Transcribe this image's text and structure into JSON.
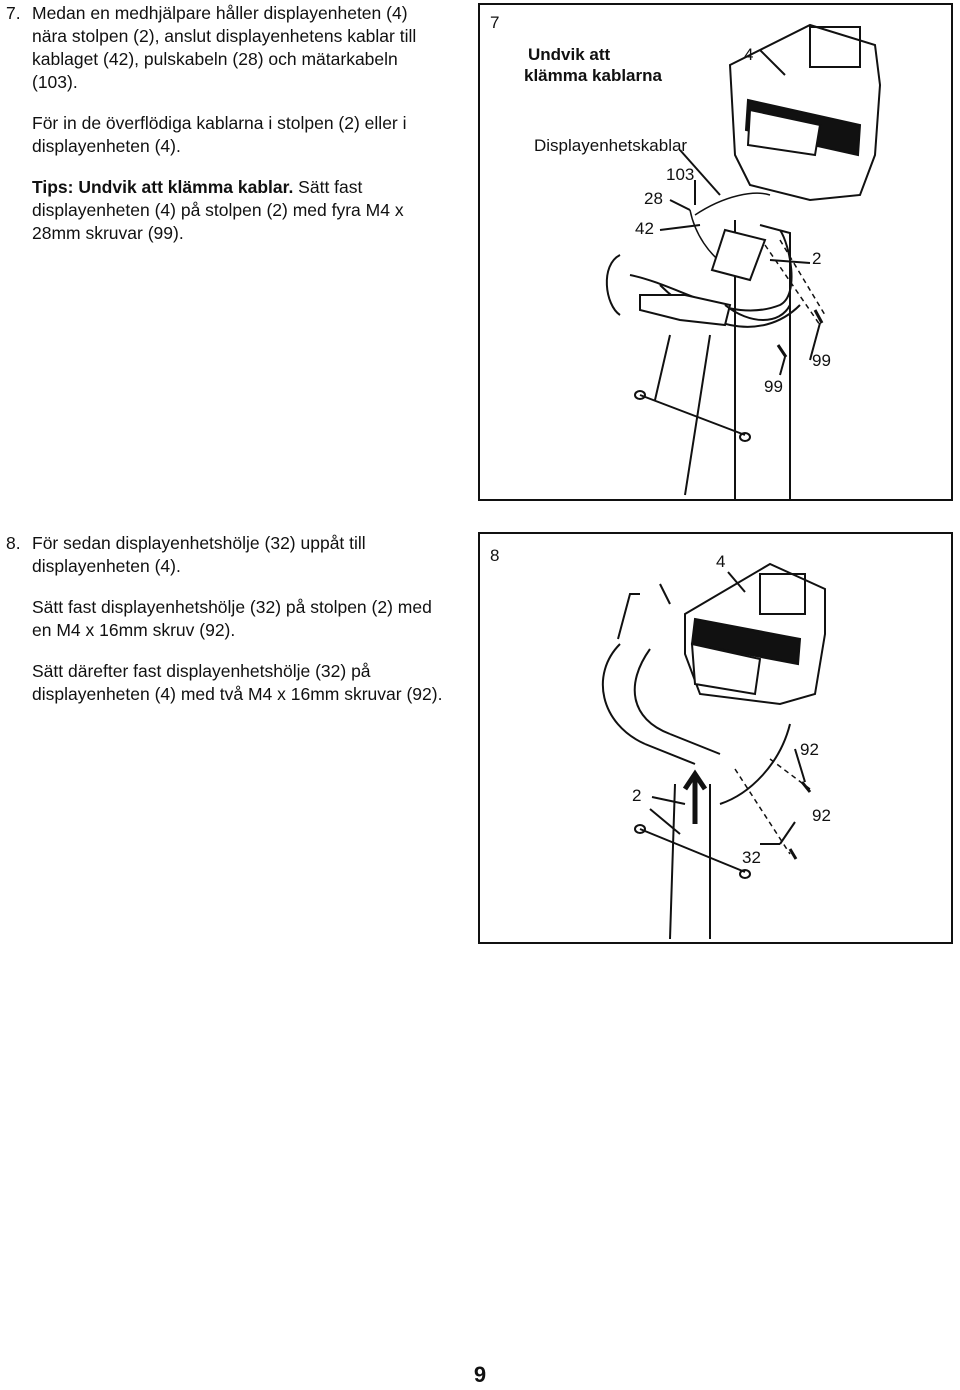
{
  "step7": {
    "number": "7.",
    "para1": "Medan en medhjälpare håller displayenheten (4) nära stolpen (2), anslut displayenhetens kablar till kablaget (42), pulskabeln (28) och mätarkabeln (103).",
    "para2": "För in de överflödiga kablarna i stolpen (2) eller i displayenheten (4).",
    "tip_bold": "Tips: Undvik att klämma kablar.",
    "tip_rest": " Sätt fast displayenheten (4) på stolpen (2) med fyra M4 x 28mm skruvar (99)."
  },
  "figure7": {
    "step": "7",
    "warning_line1": "Undvik att",
    "warning_line2": "klämma kablarna",
    "cable_label": "Displayenhetskablar",
    "callouts": {
      "c4": "4",
      "c103": "103",
      "c28": "28",
      "c42": "42",
      "c2": "2",
      "c99a": "99",
      "c99b": "99"
    }
  },
  "step8": {
    "number": "8.",
    "para1": "För sedan displayenhetshölje (32) uppåt till displayenheten (4).",
    "para2": "Sätt fast displayenhetshölje (32) på stolpen (2) med en M4 x 16mm skruv (92).",
    "para3": "Sätt därefter fast displayenhetshölje (32) på displayenheten (4) med två M4 x 16mm skruvar (92)."
  },
  "figure8": {
    "step": "8",
    "callouts": {
      "c4": "4",
      "c92a": "92",
      "c2": "2",
      "c92b": "92",
      "c32": "32"
    }
  },
  "page_number": "9"
}
